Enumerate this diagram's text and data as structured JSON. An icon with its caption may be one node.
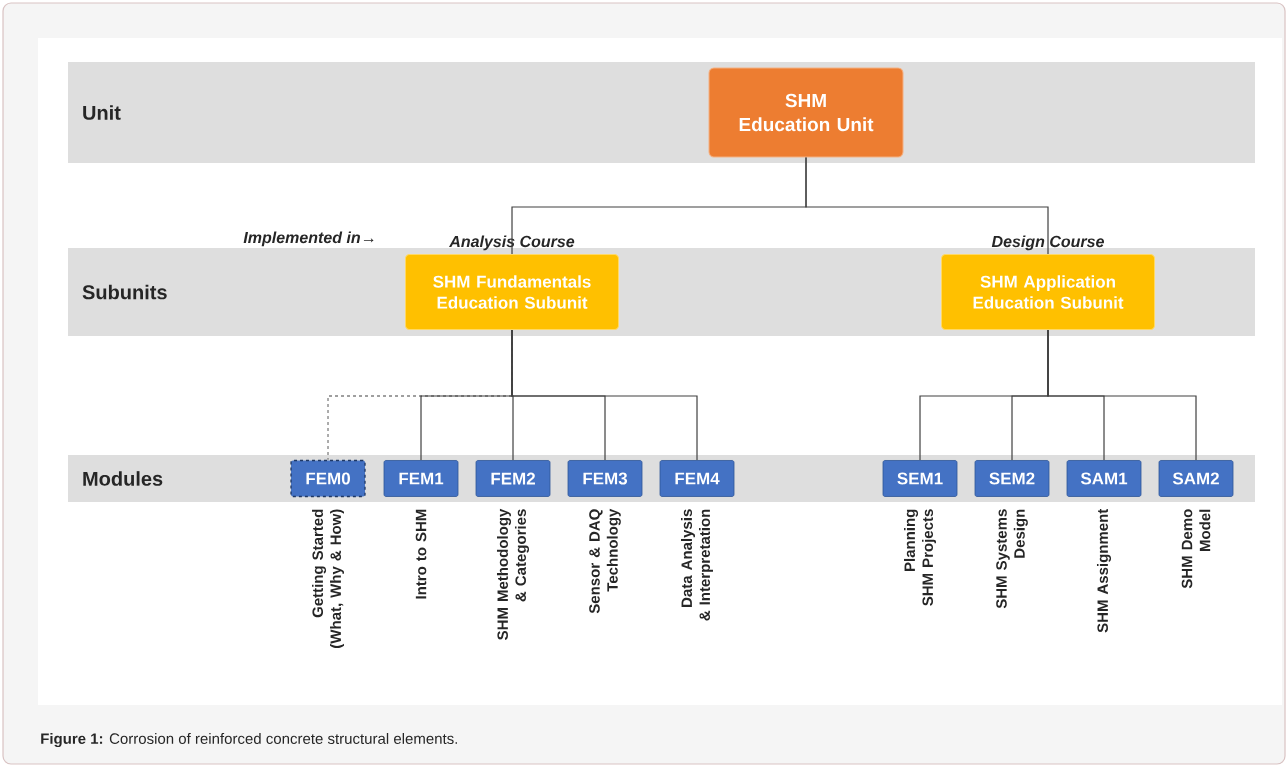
{
  "diagram": {
    "caption": "**Figure 1:** Corrosion of reinforced concrete structural elements.",
    "nodes": [
      {
        "text": [
          "Unit"
        ]
      },
      {
        "text": [
          "SHM Education Unit"
        ],
        "in": 0
      },
      {
        "text": [
          "Subunits"
        ]
      },
      {
        "text": [
          "SHM Fundamentals Education Subunit"
        ],
        "in": 2,
        "beside": [
          "Analysis Course"
        ]
      },
      {
        "text": [
          "SHM Application Education Subunit"
        ],
        "in": 2,
        "beside": [
          "Design Course"
        ]
      },
      {
        "text": [
          "Modules"
        ]
      },
      {
        "text": [
          "FEM0"
        ],
        "in": 5,
        "beside": [
          "Getting Started (What, Why & How)"
        ]
      },
      {
        "text": [
          "FEM1"
        ],
        "in": 5,
        "beside": [
          "Intro to SHM"
        ]
      },
      {
        "text": [
          "FEM2"
        ],
        "in": 5,
        "beside": [
          "SHM Methodology & Categories"
        ]
      },
      {
        "text": [
          "FEM3"
        ],
        "in": 5,
        "beside": [
          "Sensor & DAQ Technology"
        ]
      },
      {
        "text": [
          "FEM4"
        ],
        "in": 5,
        "beside": [
          "Data Analysis & Interpretation"
        ]
      },
      {
        "text": [
          "SEM1"
        ],
        "in": 5,
        "beside": [
          "Planning SHM Projects"
        ]
      },
      {
        "text": [
          "SEM2"
        ],
        "in": 5,
        "beside": [
          "SHM Systems Design"
        ]
      },
      {
        "text": [
          "SAM1"
        ],
        "in": 5,
        "beside": [
          "SHM Assignment"
        ]
      },
      {
        "text": [
          "SAM2"
        ],
        "in": 5,
        "beside": [
          "SHM Demo Model"
        ]
      }
    ],
    "edges": [
      {
        "from": 1,
        "to": 3,
        "arrow": "none"
      },
      {
        "from": 1,
        "to": 4,
        "arrow": "none"
      },
      {
        "from": 3,
        "to": 6,
        "arrow": "none",
        "style": "dashed",
        "color": "#808080"
      },
      {
        "from": 3,
        "to": 7,
        "arrow": "none"
      },
      {
        "from": 3,
        "to": 8,
        "arrow": "none"
      },
      {
        "from": 3,
        "to": 9,
        "arrow": "none"
      },
      {
        "from": 3,
        "to": 10,
        "arrow": "none"
      },
      {
        "from": 4,
        "to": 11,
        "arrow": "none"
      },
      {
        "from": 4,
        "to": 12,
        "arrow": "none"
      },
      {
        "from": 4,
        "to": 13,
        "arrow": "none"
      },
      {
        "from": 4,
        "to": 14,
        "arrow": "none"
      }
    ],
    "labels": [
      "Implemented in→"
    ]
  }
}
